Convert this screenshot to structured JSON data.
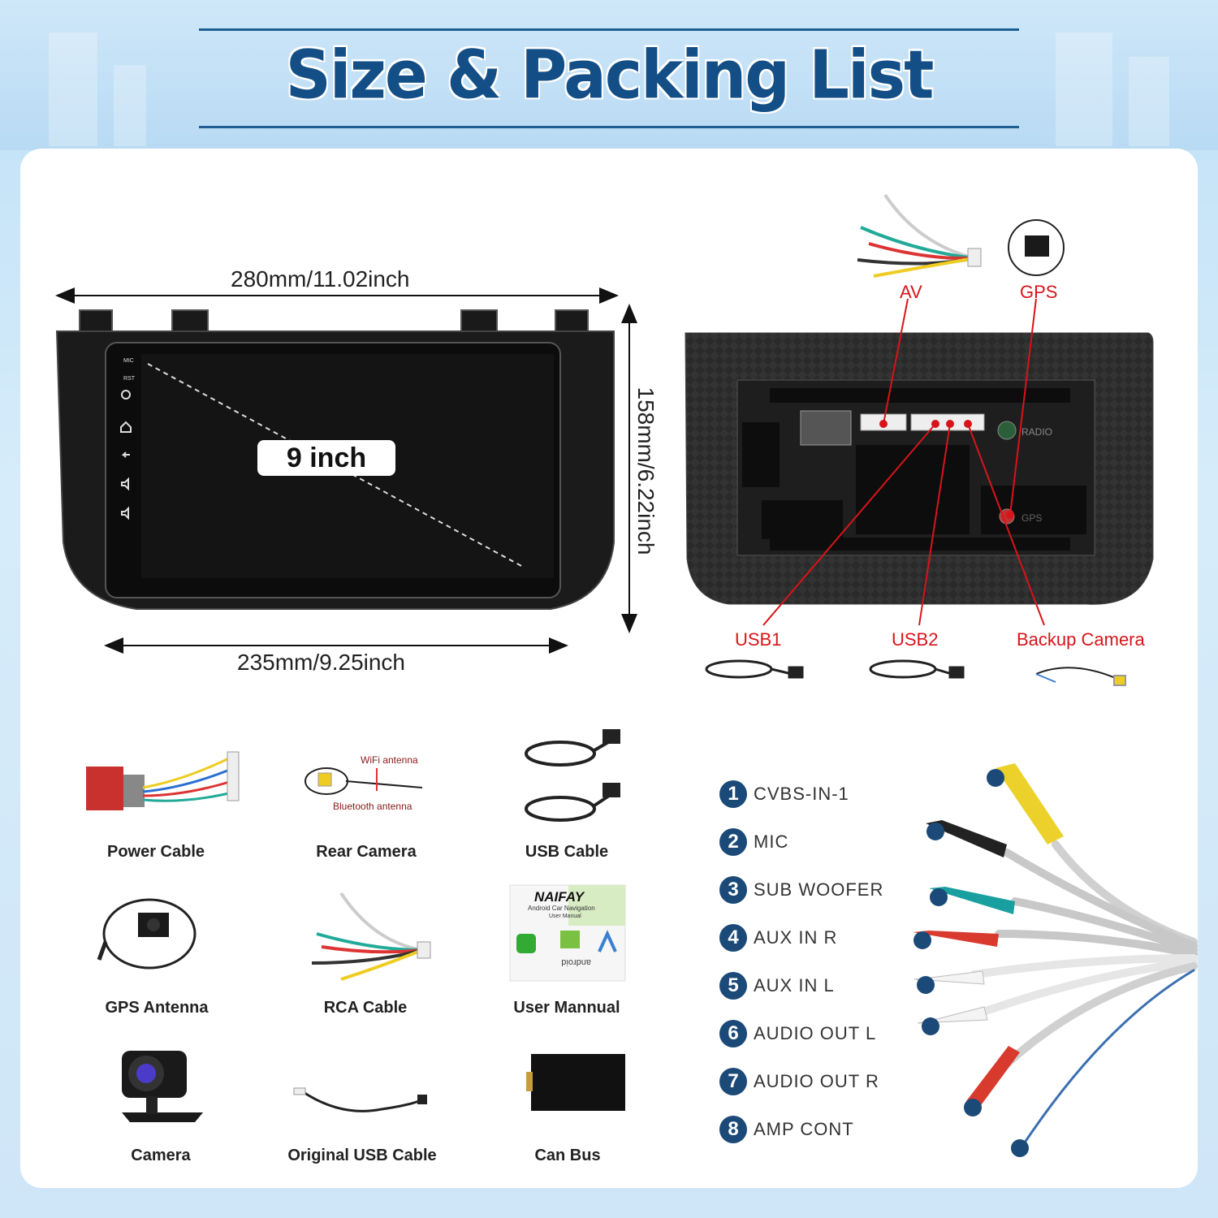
{
  "header": {
    "title": "Size & Packing List"
  },
  "dimensions": {
    "top_width": "280mm/11.02inch",
    "bottom_width": "235mm/9.25inch",
    "height": "158mm/6.22inch",
    "screen_size": "9 inch"
  },
  "rear_panel": {
    "ports": {
      "av": "AV",
      "gps": "GPS",
      "usb1": "USB1",
      "usb2": "USB2",
      "backup_camera": "Backup Camera"
    },
    "panel_text": {
      "radio": "RADIO",
      "gps": "GPS"
    },
    "bezel_labels": {
      "mic": "MIC",
      "rst": "RST"
    }
  },
  "packing_list": [
    {
      "label": "Power Cable",
      "icon": "power-cable-icon"
    },
    {
      "label": "Rear Camera",
      "icon": "rear-camera-cable-icon"
    },
    {
      "label": "USB Cable",
      "icon": "usb-cable-icon"
    },
    {
      "label": "GPS Antenna",
      "icon": "gps-antenna-icon"
    },
    {
      "label": "RCA Cable",
      "icon": "rca-cable-icon"
    },
    {
      "label": "User Mannual",
      "icon": "user-manual-icon"
    },
    {
      "label": "Camera",
      "icon": "camera-icon"
    },
    {
      "label": "Original USB Cable",
      "icon": "original-usb-cable-icon"
    },
    {
      "label": "Can Bus",
      "icon": "can-bus-icon"
    }
  ],
  "rear_camera_cable": {
    "wifi": "WiFi antenna",
    "bluetooth": "Bluetooth antenna"
  },
  "manual": {
    "brand": "NAIFAY",
    "subtitle": "Android Car Navigation",
    "subtitle2": "User Manual",
    "os": "android"
  },
  "rca_pins": [
    {
      "num": "1",
      "label": "CVBS-IN-1"
    },
    {
      "num": "2",
      "label": "MIC"
    },
    {
      "num": "3",
      "label": "SUB WOOFER"
    },
    {
      "num": "4",
      "label": "AUX IN R"
    },
    {
      "num": "5",
      "label": "AUX IN L"
    },
    {
      "num": "6",
      "label": "AUDIO OUT L"
    },
    {
      "num": "7",
      "label": "AUDIO OUT R"
    },
    {
      "num": "8",
      "label": "AMP CONT"
    }
  ],
  "colors": {
    "title": "#134f86",
    "accent_red": "#d8141a",
    "pin_badge": "#1b4a78"
  }
}
